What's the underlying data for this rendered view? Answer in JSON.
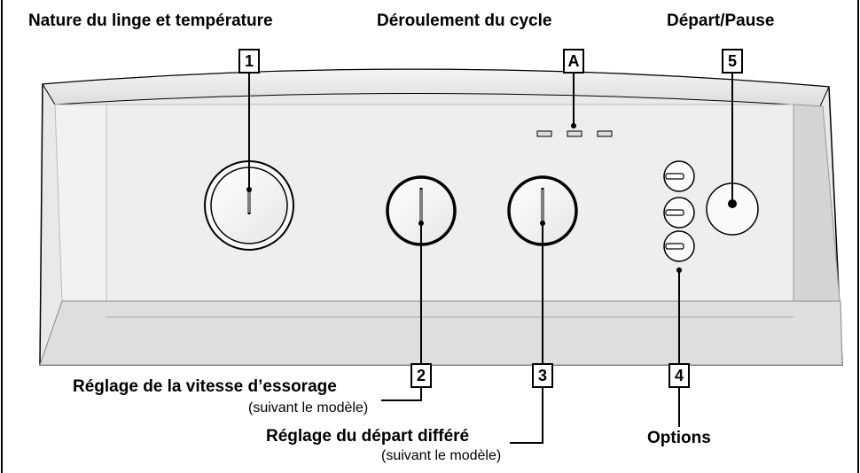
{
  "labels": {
    "top_1": "Nature du linge et température",
    "top_a": "Déroulement du cycle",
    "top_5": "Départ/Pause",
    "bottom_2": "Réglage de la vitesse d’essorage",
    "bottom_2_sub": "(suivant le modèle)",
    "bottom_3": "Réglage du départ différé",
    "bottom_3_sub": "(suivant le modèle)",
    "bottom_4": "Options"
  },
  "markers": {
    "m1": "1",
    "mA": "A",
    "m5": "5",
    "m2": "2",
    "m3": "3",
    "m4": "4"
  }
}
